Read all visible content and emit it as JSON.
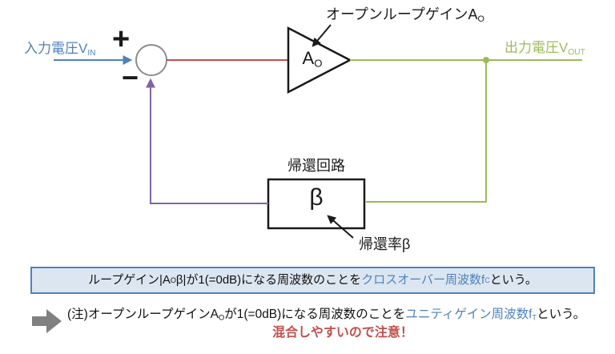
{
  "slide": {
    "background": "#ffffff"
  },
  "diagram": {
    "input_label": {
      "text": "入力電圧V",
      "sub": "IN"
    },
    "summing_junction": {
      "plus": "+",
      "minus": "−"
    },
    "open_loop_label": {
      "text": "オープンループゲインA",
      "sub": "O"
    },
    "amplifier": {
      "symbol": "A",
      "symbol_sub": "O"
    },
    "output_label": {
      "text": "出力電圧V",
      "sub": "OUT"
    },
    "feedback_box": {
      "title": "帰還回路",
      "symbol": "β"
    },
    "feedback_ratio_label": "帰還率β"
  },
  "info_box": {
    "part1": "ループゲイン|A",
    "part1_sub": "O",
    "part2": "β|が1(=0dB)になる周波数のことを",
    "highlight": "クロスオーバー周波数f",
    "highlight_sub": "C",
    "part3": "という。"
  },
  "note": {
    "icon": "block-arrow-right",
    "part1": "(注)オープンループゲインA",
    "part1_sub": "O",
    "part2": "が1(=0dB)になる周波数のことを",
    "highlight": "ユニティゲイン周波数f",
    "highlight_sub": "T",
    "part3": "という。",
    "warning": "混合しやすいので注意！"
  },
  "colors": {
    "accent_blue": "#4F81BD",
    "signal_red": "#C0504D",
    "signal_green": "#9BBB59",
    "feedback_purple": "#8064A2",
    "junction_gray": "#8C8C8C",
    "info_box_fill": "#DCE6F1",
    "info_box_border": "#4F81BD",
    "warning_red": "#C0504D",
    "note_arrow_gray": "#808080"
  }
}
